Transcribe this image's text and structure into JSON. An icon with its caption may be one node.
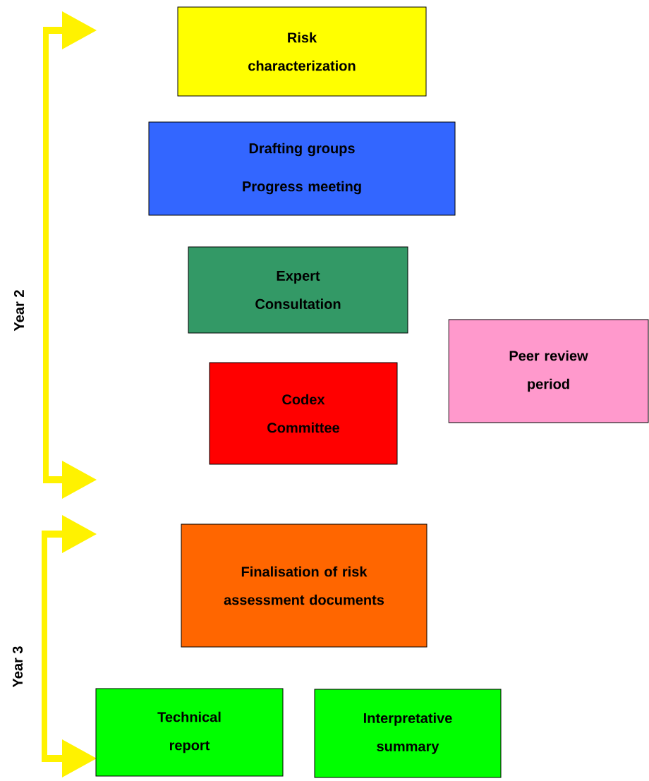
{
  "diagram": {
    "nodes": [
      {
        "text": [
          "Risk characterization"
        ]
      },
      {
        "text": [
          "Drafting groups",
          "Progress meeting"
        ]
      },
      {
        "text": [
          "Expert Consultation"
        ]
      },
      {
        "text": [
          "Codex Committee"
        ]
      },
      {
        "text": [
          "Peer review period"
        ]
      },
      {
        "text": [
          "Finalisation of risk assessment documents"
        ]
      },
      {
        "text": [
          "Technical report"
        ]
      },
      {
        "text": [
          "Interpretative summary"
        ]
      }
    ],
    "labels": [
      "Year 2",
      "Year 3"
    ]
  }
}
